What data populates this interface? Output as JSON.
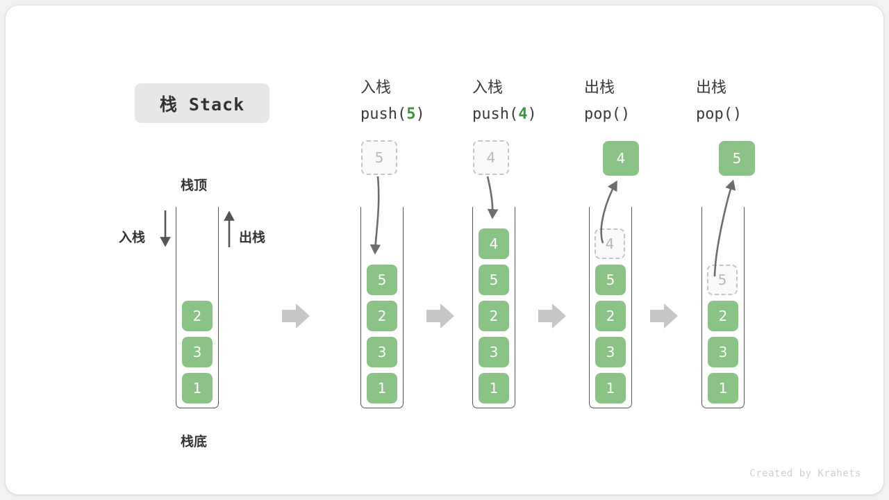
{
  "title": {
    "text": "栈 Stack"
  },
  "legend": {
    "top_label": "栈顶",
    "bottom_label": "栈底",
    "push_label": "入栈",
    "pop_label": "出栈"
  },
  "watermark": "Created by Krahets",
  "colors": {
    "cell_green": "#8bc286",
    "accent_green": "#3f9142",
    "ghost_border": "#c4c4c4",
    "ghost_fill": "#fafafa",
    "ghost_text": "#b8b8b8",
    "arrow_gray": "#6d6d6d",
    "step_arrow_gray": "#c6c6c6",
    "container_stroke": "#555555",
    "title_chip_bg": "#e7e7e7",
    "text_dark": "#333333",
    "canvas_bg": "#f2f2f2",
    "card_bg": "#ffffff"
  },
  "step_arrow_icon": "right-block-arrow",
  "stages": [
    {
      "id": "initial",
      "header_cn": "",
      "header_fn_prefix": "",
      "header_fn_arg": "",
      "header_fn_suffix": "",
      "cells": [
        "2",
        "3",
        "1"
      ],
      "in_flight": null,
      "annotations": [
        "栈顶",
        "栈底",
        "入栈",
        "出栈"
      ]
    },
    {
      "id": "push-5",
      "header_cn": "入栈",
      "header_fn_prefix": "push(",
      "header_fn_arg": "5",
      "header_fn_suffix": ")",
      "cells": [
        "5",
        "2",
        "3",
        "1"
      ],
      "in_flight": {
        "value": "5",
        "style": "ghost",
        "position": "above",
        "arrow": "down"
      }
    },
    {
      "id": "push-4",
      "header_cn": "入栈",
      "header_fn_prefix": "push(",
      "header_fn_arg": "4",
      "header_fn_suffix": ")",
      "cells": [
        "4",
        "5",
        "2",
        "3",
        "1"
      ],
      "in_flight": {
        "value": "4",
        "style": "ghost",
        "position": "above",
        "arrow": "down"
      }
    },
    {
      "id": "pop-4",
      "header_cn": "出栈",
      "header_fn_prefix": "pop(",
      "header_fn_arg": "",
      "header_fn_suffix": ")",
      "cells": [
        "4-ghost",
        "5",
        "2",
        "3",
        "1"
      ],
      "in_flight": {
        "value": "4",
        "style": "filled",
        "position": "above",
        "arrow": "up"
      }
    },
    {
      "id": "pop-5",
      "header_cn": "出栈",
      "header_fn_prefix": "pop(",
      "header_fn_arg": "",
      "header_fn_suffix": ")",
      "cells": [
        "5-ghost",
        "2",
        "3",
        "1"
      ],
      "in_flight": {
        "value": "5",
        "style": "filled",
        "position": "above",
        "arrow": "up"
      }
    }
  ],
  "stage_headers": [
    {
      "cn": "入栈",
      "prefix": "push(",
      "arg": "5",
      "suffix": ")"
    },
    {
      "cn": "入栈",
      "prefix": "push(",
      "arg": "4",
      "suffix": ")"
    },
    {
      "cn": "出栈",
      "prefix": "pop(",
      "arg": "",
      "suffix": ")"
    },
    {
      "cn": "出栈",
      "prefix": "pop(",
      "arg": "",
      "suffix": ")"
    }
  ]
}
